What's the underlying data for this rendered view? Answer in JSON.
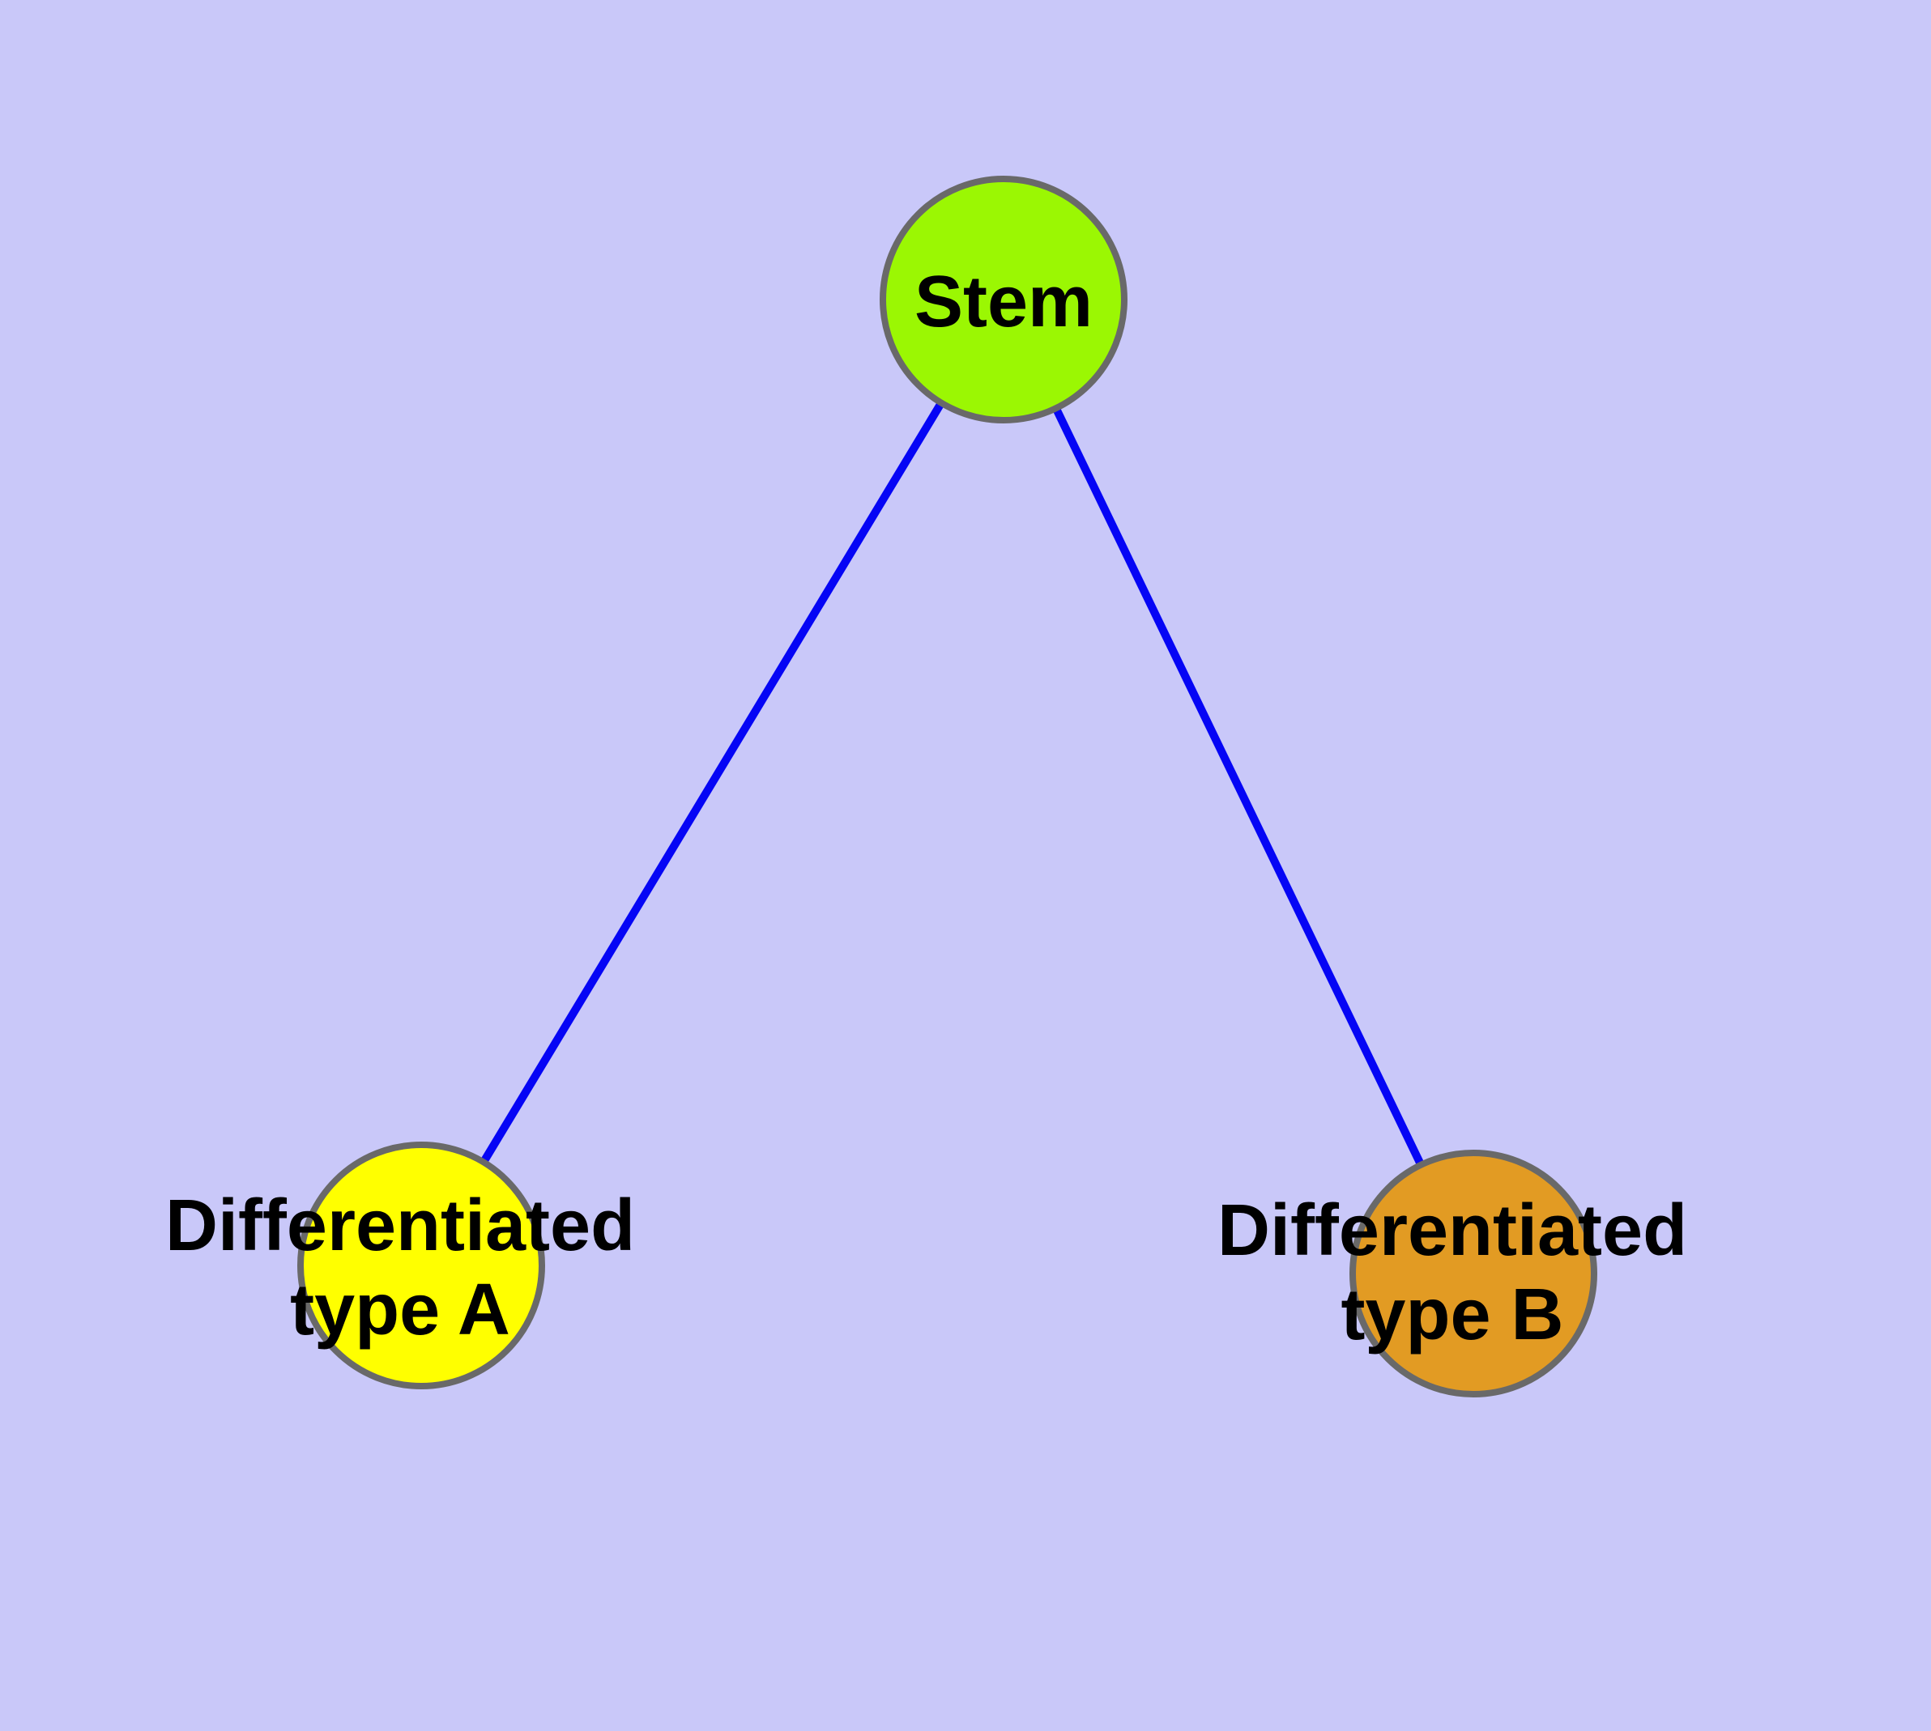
{
  "canvas": {
    "background_color": "#C9C8F9",
    "label_text_color": "#000000"
  },
  "nodes": {
    "stem": {
      "label": "Stem",
      "fill": "#9BF703",
      "border_color": "#696969"
    },
    "type_a": {
      "label": "Differentiated\ntype A",
      "fill": "#FFFF00",
      "border_color": "#696969"
    },
    "type_b": {
      "label": "Differentiated\ntype B",
      "fill": "#E29B23",
      "border_color": "#696969"
    }
  },
  "edges": {
    "color": "#0505F5",
    "items": [
      {
        "from": "Stem",
        "to": "Differentiated type A"
      },
      {
        "from": "Stem",
        "to": "Differentiated type B"
      }
    ]
  }
}
